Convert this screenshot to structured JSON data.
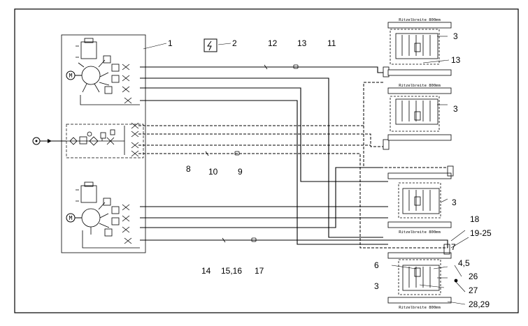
{
  "diagram": {
    "callouts": [
      {
        "id": "c1",
        "text": "1"
      },
      {
        "id": "c2",
        "text": "2"
      },
      {
        "id": "c3a",
        "text": "3"
      },
      {
        "id": "c3b",
        "text": "3"
      },
      {
        "id": "c3c",
        "text": "3"
      },
      {
        "id": "c3d",
        "text": "3"
      },
      {
        "id": "c4",
        "text": "4,5"
      },
      {
        "id": "c6",
        "text": "6"
      },
      {
        "id": "c7",
        "text": "7"
      },
      {
        "id": "c8",
        "text": "8"
      },
      {
        "id": "c9",
        "text": "9"
      },
      {
        "id": "c10",
        "text": "10"
      },
      {
        "id": "c11",
        "text": "11"
      },
      {
        "id": "c12",
        "text": "12"
      },
      {
        "id": "c13a",
        "text": "13"
      },
      {
        "id": "c13b",
        "text": "13"
      },
      {
        "id": "c14",
        "text": "14"
      },
      {
        "id": "c15",
        "text": "15,16"
      },
      {
        "id": "c17",
        "text": "17"
      },
      {
        "id": "c18",
        "text": "18"
      },
      {
        "id": "c19",
        "text": "19-25"
      },
      {
        "id": "c26",
        "text": "26"
      },
      {
        "id": "c27",
        "text": "27"
      },
      {
        "id": "c28",
        "text": "28,29"
      }
    ],
    "module_label": "Ritzelbreite 800mm",
    "motor_label": "M",
    "power_symbol": "lightning-bolt"
  }
}
